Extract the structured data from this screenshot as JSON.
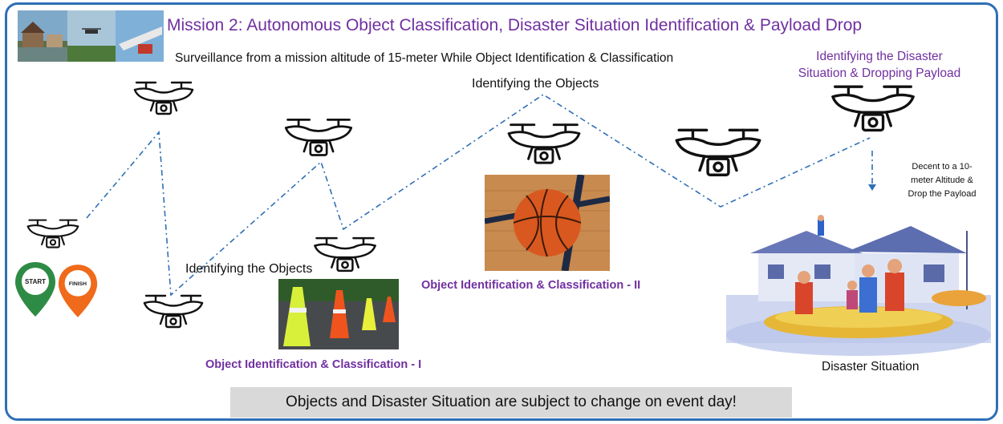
{
  "title": "Mission 2: Autonomous Object Classification, Disaster Situation Identification & Payload Drop",
  "subtitle": "Surveillance from a mission altitude of 15-meter While Object Identification & Classification",
  "labels": {
    "identifying_objects_top": "Identifying the Objects",
    "identifying_objects_left": "Identifying the Objects",
    "object_class_1": "Object Identification & Classification - I",
    "object_class_2": "Object Identification & Classification - II",
    "disaster_identification_line1": "Identifying the Disaster",
    "disaster_identification_line2": "Situation & Dropping Payload",
    "descent_note_line1": "Decent to a 10-",
    "descent_note_line2": "meter Altitude &",
    "descent_note_line3": "Drop the Payload",
    "disaster_situation": "Disaster Situation"
  },
  "pins": {
    "start": "START",
    "finish": "FINISH"
  },
  "banner": "Objects and Disaster Situation are subject to change on event day!",
  "colors": {
    "frame": "#2f6fb5",
    "title": "#7030a0",
    "path": "#2f6fb5",
    "start_pin": "#2e8b45",
    "finish_pin": "#ef6a1a",
    "banner_bg": "#d9d9d9"
  },
  "icons": [
    "drone-icon",
    "start-pin-icon",
    "finish-pin-icon"
  ]
}
